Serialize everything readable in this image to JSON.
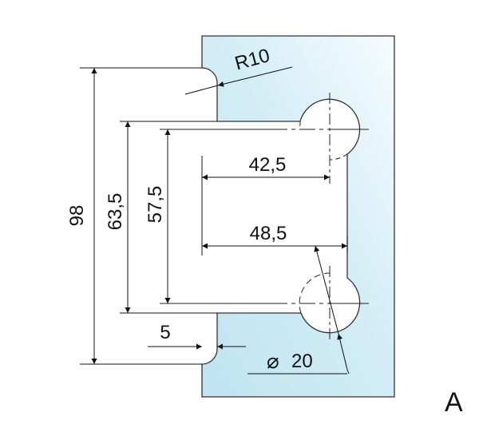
{
  "drawing": {
    "view_label": "A",
    "dimensions": {
      "overall_height": "98",
      "outer_hole_spacing": "63,5",
      "hole_center_spacing": "57,5",
      "top_depth": "42,5",
      "bottom_depth": "48,5",
      "edge_offset": "5",
      "corner_radius": "R10",
      "hole_diameter": "20",
      "diameter_symbol": "⌀"
    },
    "colors": {
      "glass_light": "#f4fbfd",
      "glass_dark": "#c2e5f2",
      "line": "#1a1a1a"
    }
  }
}
